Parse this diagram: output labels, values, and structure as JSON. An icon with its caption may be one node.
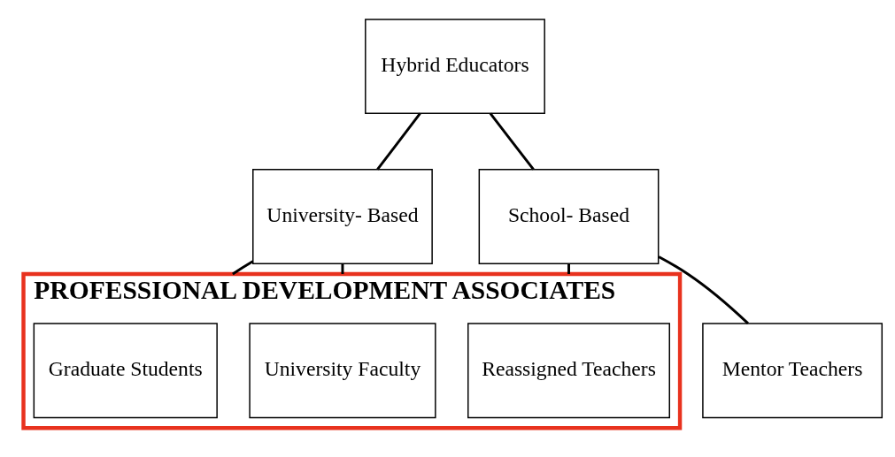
{
  "diagram": {
    "nodes": [
      {
        "text": [
          "Hybrid Educators"
        ]
      },
      {
        "text": [
          "University- Based"
        ]
      },
      {
        "text": [
          "School- Based"
        ]
      },
      {
        "text": [
          "PROFESSIONAL DEVELOPMENT ASSOCIATES"
        ]
      },
      {
        "text": [
          "University Faculty"
        ],
        "in": 3
      },
      {
        "text": [
          "Graduate Students"
        ],
        "in": 3
      },
      {
        "text": [
          "Reassigned Teachers"
        ],
        "in": 3
      },
      {
        "text": [
          "Mentor Teachers"
        ]
      }
    ],
    "edges": [
      {
        "from": 0,
        "to": 1,
        "arrow": "none"
      },
      {
        "from": 0,
        "to": 2,
        "arrow": "none"
      },
      {
        "from": 1,
        "to": 4,
        "arrow": "none"
      },
      {
        "from": 1,
        "to": 5,
        "arrow": "none"
      },
      {
        "from": 2,
        "to": 6,
        "arrow": "none"
      },
      {
        "from": 2,
        "to": 7,
        "arrow": "none"
      }
    ]
  }
}
